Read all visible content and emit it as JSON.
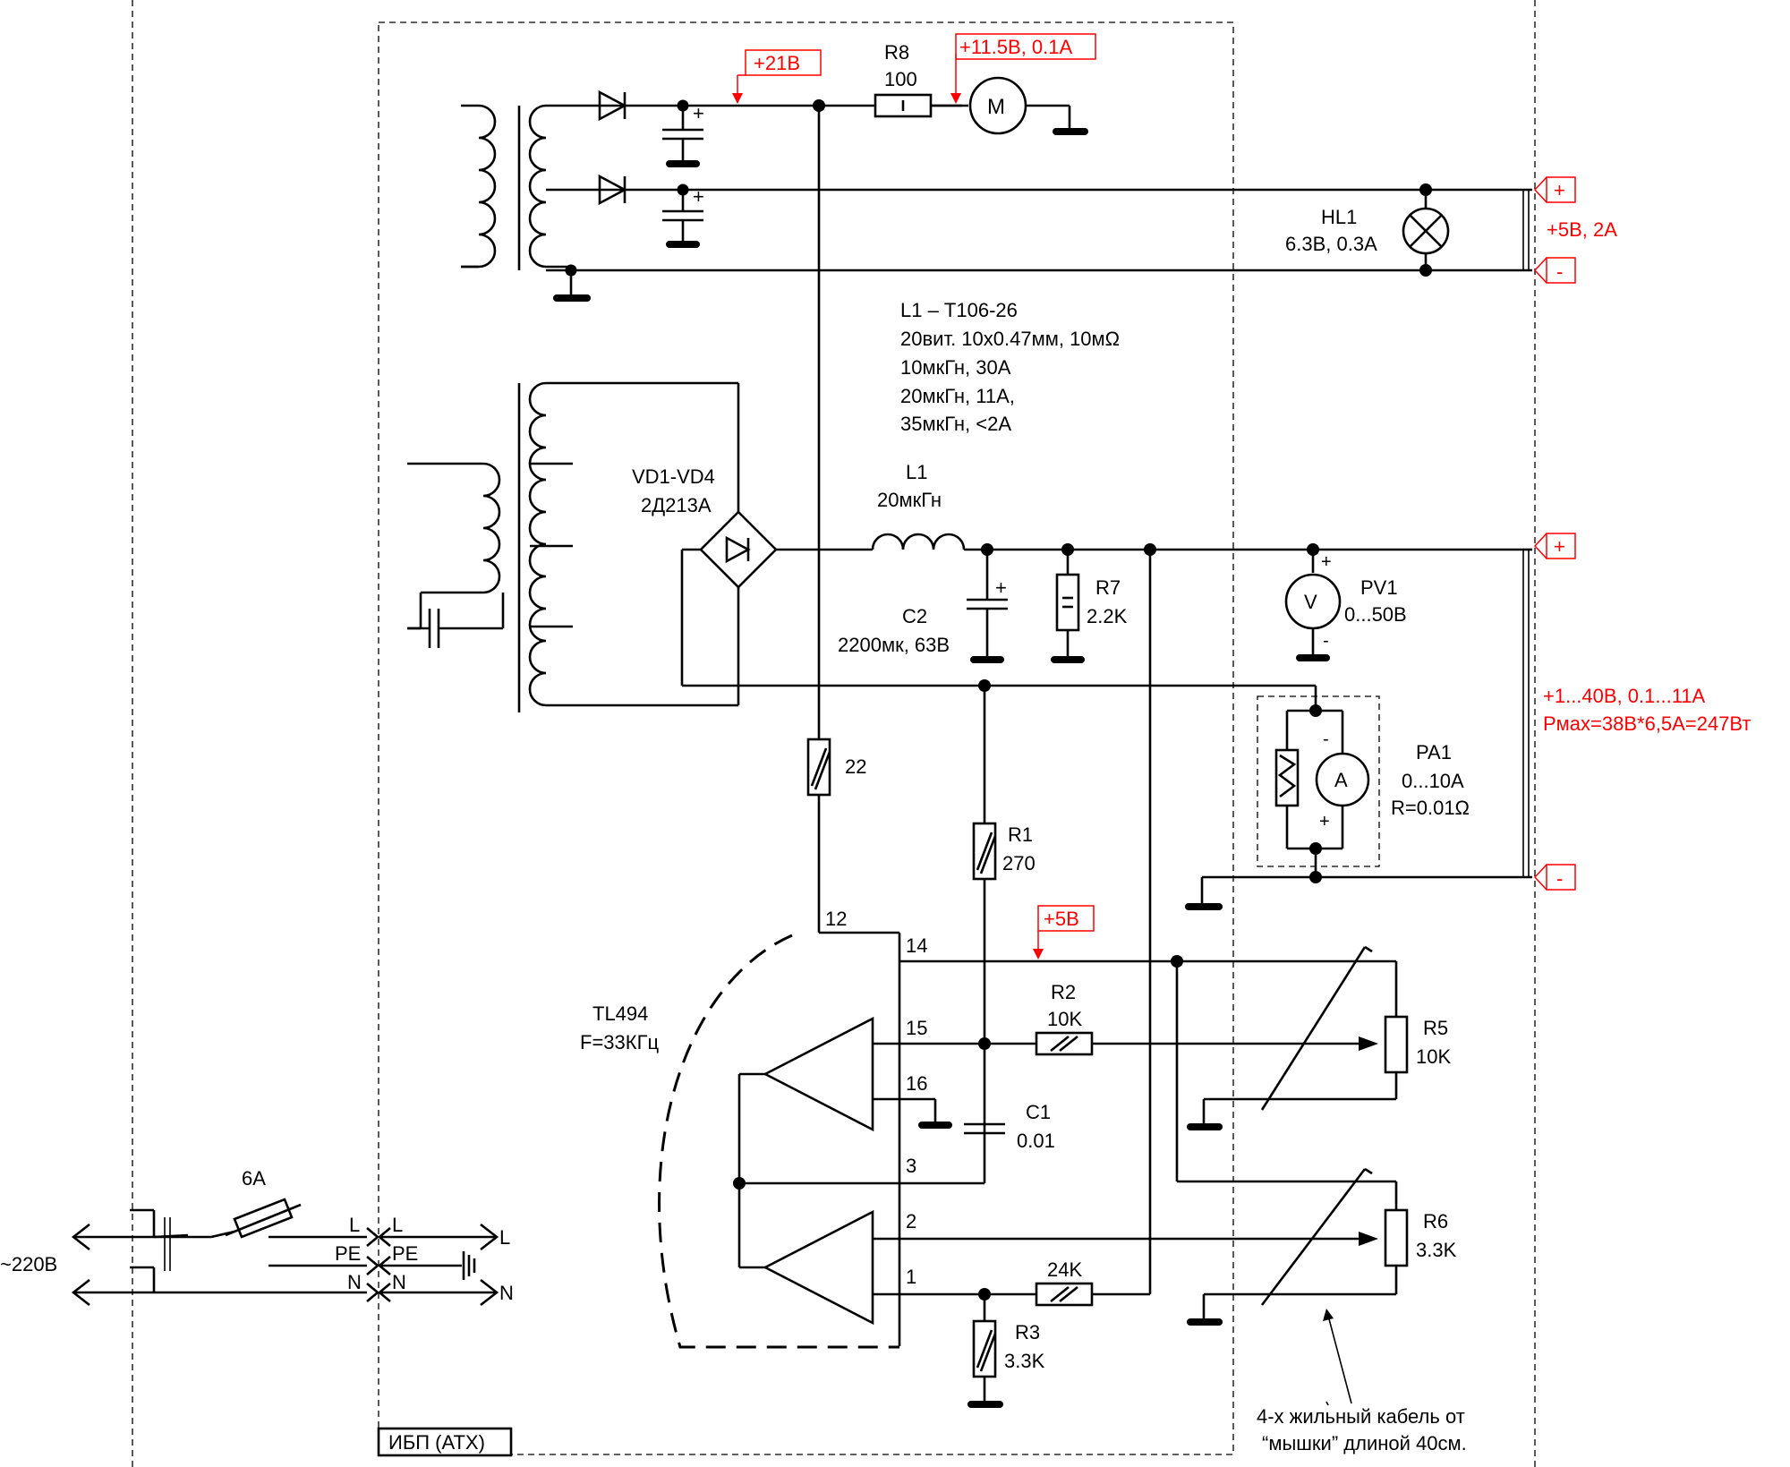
{
  "labels": {
    "v21": "+21В",
    "r8_name": "R8",
    "r8_val": "100",
    "v115": "+11.5В, 0.1А",
    "motor": "M",
    "hl1_name": "HL1",
    "hl1_val": "6.3В, 0.3А",
    "v5_2a": "+5В, 2А",
    "plus": "+",
    "minus": "-",
    "l1_spec_1": "L1 – Т106-26",
    "l1_spec_2": "20вит. 10х0.47мм, 10мΩ",
    "l1_spec_3": "10мкГн, 30А",
    "l1_spec_4": "20мкГн, 11А,",
    "l1_spec_5": "35мкГн, <2А",
    "vd_name": "VD1-VD4",
    "vd_val": "2Д213А",
    "l1_name": "L1",
    "l1_val": "20мкГн",
    "c2_name": "C2",
    "c2_val": "2200мк, 63В",
    "r7_name": "R7",
    "r7_val": "2.2K",
    "pv1_name": "PV1",
    "pv1_val": "0...50В",
    "volt": "V",
    "out_main_1": "+1...40В, 0.1...11А",
    "out_main_2": "Pмах=38В*6,5А=247Вт",
    "pa1_name": "PA1",
    "pa1_val1": "0...10А",
    "pa1_val2": "R=0.01Ω",
    "amp": "A",
    "r22": "22",
    "r1_name": "R1",
    "r1_val": "270",
    "pin12": "12",
    "pin14": "14",
    "pin15": "15",
    "pin16": "16",
    "pin3": "3",
    "pin2": "2",
    "pin1": "1",
    "v5": "+5В",
    "r2_name": "R2",
    "r2_val": "10K",
    "r5_name": "R5",
    "r5_val": "10K",
    "tl494": "TL494",
    "freq": "F=33КГц",
    "c1_name": "C1",
    "c1_val": "0.01",
    "r6_name": "R6",
    "r6_val": "3.3K",
    "r24k": "24K",
    "r3_name": "R3",
    "r3_val": "3.3K",
    "fuse": "6А",
    "mains": "~220В",
    "L": "L",
    "PE": "PE",
    "N": "N",
    "cable_1": "4-х жильный кабель от",
    "cable_2": "“мышки” длиной 40см.",
    "psu": "ИБП (АТХ)"
  }
}
